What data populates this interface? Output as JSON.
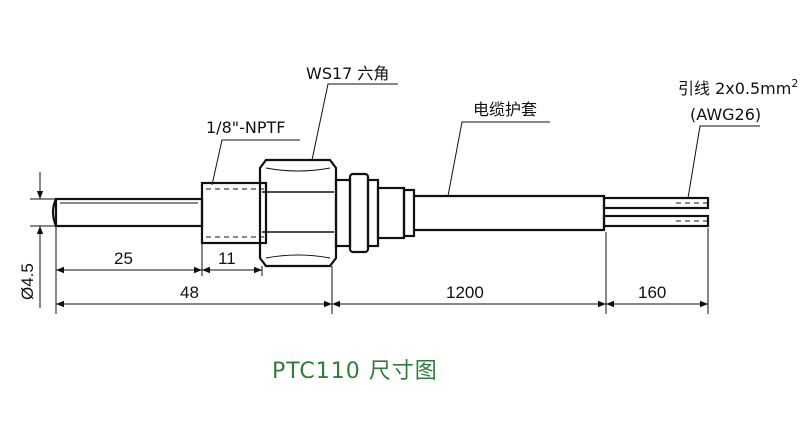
{
  "labels": {
    "hex": "WS17 六角",
    "thread": "1/8\"-NPTF",
    "jacket": "电缆护套",
    "lead_prefix": "引线 2x0.5mm",
    "lead_sup": "2",
    "awg": "(AWG26)"
  },
  "dimensions": {
    "diameter": "Ø4.5",
    "probe_len": "25",
    "thread_len": "11",
    "body_len": "48",
    "cable_len": "1200",
    "lead_len": "160"
  },
  "title": "PTC110 尺寸图"
}
